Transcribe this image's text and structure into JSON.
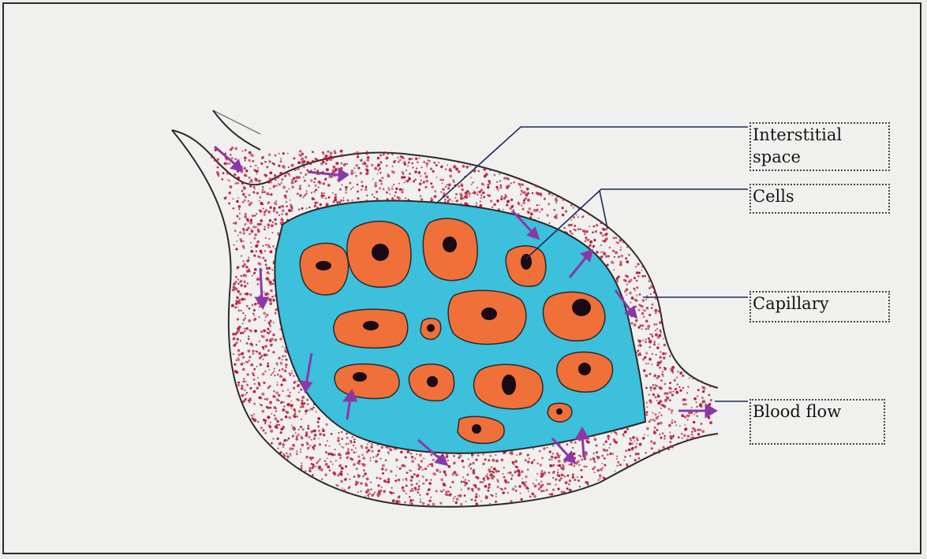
{
  "labels": {
    "interstitial": "Interstitial\nspace",
    "cells": "Cells",
    "capillary": "Capillary",
    "blood_flow": "Blood flow"
  },
  "colors": {
    "background": "#f0f0ee",
    "interstitial_fluid": "#3cc0dc",
    "cell": "#f0703a",
    "nucleus": "#1a0a14",
    "blood_dots": "#b01838",
    "flow_arrow": "#8a38a8",
    "outline": "#2a2a2a",
    "leader_line": "#1a2a5a"
  }
}
